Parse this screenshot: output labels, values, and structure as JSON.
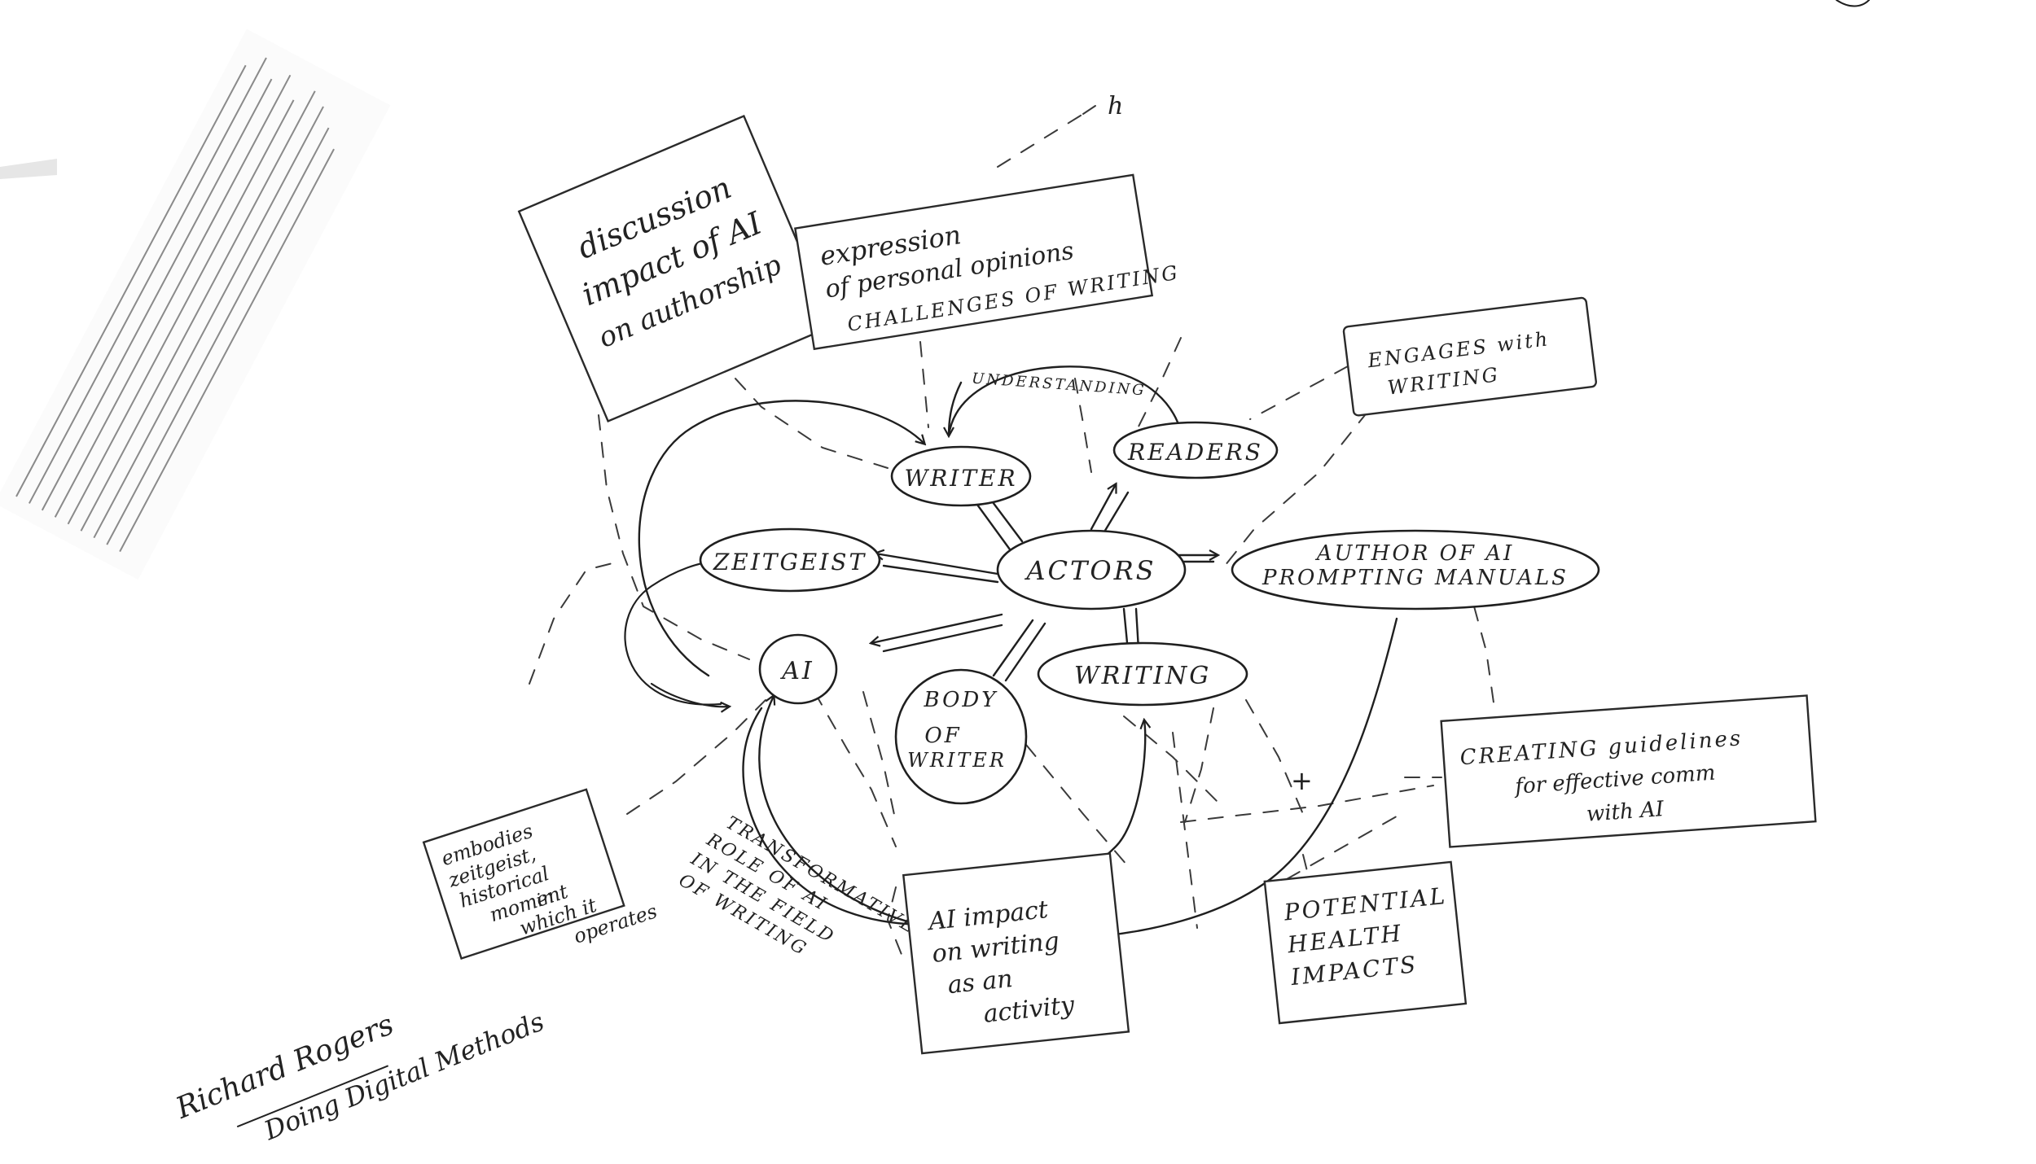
{
  "nodes": {
    "actors": "ACTORS",
    "writer": "WRITER",
    "readers": "READERS",
    "zeitgeist": "ZEITGEIST",
    "ai": "AI",
    "body_of_writer": [
      "BODY",
      "OF",
      "WRITER"
    ],
    "writing": "WRITING",
    "author_of_ai_prompting_manuals": [
      "AUTHOR OF AI",
      "PROMPTING MANUALS"
    ]
  },
  "edge_labels": {
    "understanding": "UNDERSTANDING",
    "transformative_role": [
      "TRANSFORMATIVE",
      "ROLE OF AI",
      "IN THE FIELD",
      "OF WRITING"
    ]
  },
  "notes": {
    "discussion": [
      "discussion",
      "impact of AI",
      "on authorship"
    ],
    "expression": [
      "expression",
      "of personal opinions",
      "CHALLENGES OF WRITING"
    ],
    "engages": [
      "ENGAGES with",
      "WRITING"
    ],
    "creating_guidelines": [
      "CREATING guidelines",
      "for effective comm",
      "with AI"
    ],
    "potential_health": [
      "POTENTIAL",
      "HEALTH",
      "IMPACTS"
    ],
    "ai_impact": [
      "AI impact",
      "on writing",
      "as an",
      "activity"
    ],
    "embodies": [
      "embodies",
      "zeitgeist,",
      "historical",
      "moment",
      "in",
      "which it",
      "operates"
    ]
  },
  "margin_notes": {
    "richard_rogers": "Richard Rogers",
    "doing_digital_methods": "Doing Digital Methods",
    "top_h": "h"
  }
}
